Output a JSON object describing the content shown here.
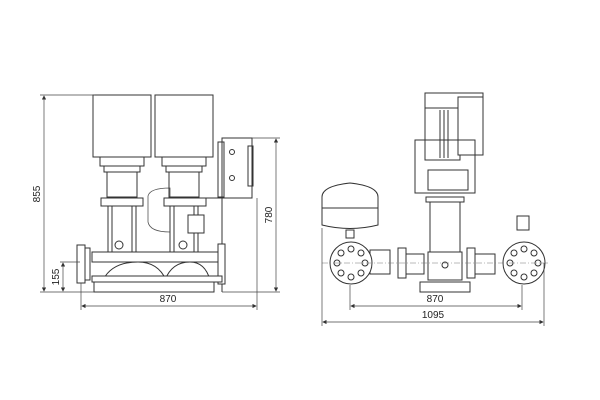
{
  "front_view": {
    "dim_total_height": "855",
    "dim_inlet_height": "155",
    "dim_control_height": "780",
    "dim_width": "870"
  },
  "side_view": {
    "dim_flange_spacing": "870",
    "dim_total_depth": "1095"
  }
}
